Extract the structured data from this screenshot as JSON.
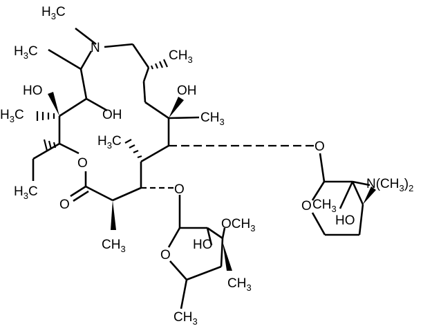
{
  "diagram": {
    "type": "structural-formula",
    "labels": {
      "n_methyl_top": [
        "H",
        "3",
        "C"
      ],
      "n_ring": "N",
      "c_methyl_left": [
        "H",
        "3",
        "C"
      ],
      "ch3_right_top": [
        "CH",
        "3"
      ],
      "oh_left_top": "HO",
      "oh_center": "OH",
      "oh_mid": "OH",
      "c_methyl_leftmid": [
        "H",
        "3",
        "C"
      ],
      "ch3_mid_right": [
        "CH",
        "3"
      ],
      "c_methyl_center": [
        "H",
        "3",
        "C"
      ],
      "o_lactone": "O",
      "c_methyl_ethyl": [
        "H",
        "3",
        "C"
      ],
      "o_carbonyl": "O",
      "o_glyco_lower": "O",
      "o_glyco_right": "O",
      "nme2_group": [
        "N(CH",
        "3",
        ")",
        "2"
      ],
      "o_desosamine_ring": "O",
      "ch3_desosamine": [
        "CH",
        "3"
      ],
      "ho_desosamine": "HO",
      "ch3_bottom_left": [
        "CH",
        "3"
      ],
      "och3_cladinose": [
        "OCH",
        "3"
      ],
      "ho_cladinose": "HO",
      "o_cladinose_ring": "O",
      "ch3_cladinose_right": [
        "CH",
        "3"
      ],
      "ch3_cladinose_bottom": [
        "CH",
        "3"
      ]
    }
  }
}
